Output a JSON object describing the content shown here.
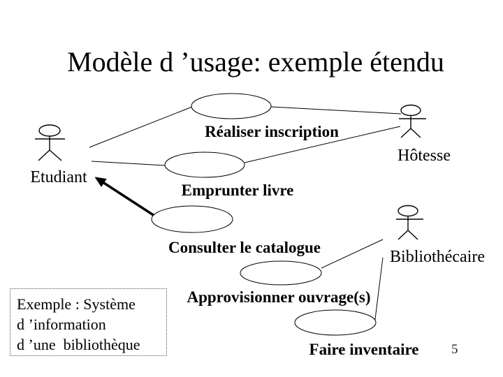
{
  "slide": {
    "title": "Modèle d ’usage: exemple étendu",
    "page_number": "5"
  },
  "diagram": {
    "type": "uml-use-case",
    "actors": [
      {
        "id": "etudiant",
        "label": "Etudiant"
      },
      {
        "id": "hotesse",
        "label": "Hôtesse"
      },
      {
        "id": "bibliothecaire",
        "label": "Bibliothécaire"
      }
    ],
    "use_cases": [
      {
        "id": "realiser-inscription",
        "label": "Réaliser inscription"
      },
      {
        "id": "emprunter-livre",
        "label": "Emprunter livre"
      },
      {
        "id": "consulter-le-catalogue",
        "label": "Consulter le catalogue"
      },
      {
        "id": "approvisionner-ouvrages",
        "label": "Approvisionner ouvrage(s)"
      },
      {
        "id": "faire-inventaire",
        "label": "Faire inventaire"
      }
    ],
    "associations": [
      {
        "from": "Etudiant",
        "to": "Réaliser inscription",
        "style": "line"
      },
      {
        "from": "Etudiant",
        "to": "Emprunter livre",
        "style": "line"
      },
      {
        "from": "Réaliser inscription",
        "to": "Hôtesse",
        "style": "line"
      },
      {
        "from": "Emprunter livre",
        "to": "Hôtesse",
        "style": "line"
      },
      {
        "from": "Consulter le catalogue",
        "to": "Etudiant",
        "style": "thick-arrow"
      },
      {
        "from": "Approvisionner ouvrage(s)",
        "to": "Bibliothécaire",
        "style": "line"
      },
      {
        "from": "Faire inventaire",
        "to": "Bibliothécaire",
        "style": "line"
      }
    ]
  },
  "note_box": {
    "lines": {
      "0": "Exemple : Système",
      "1": "d ’information",
      "2": "d ’une  bibliothèque"
    }
  }
}
